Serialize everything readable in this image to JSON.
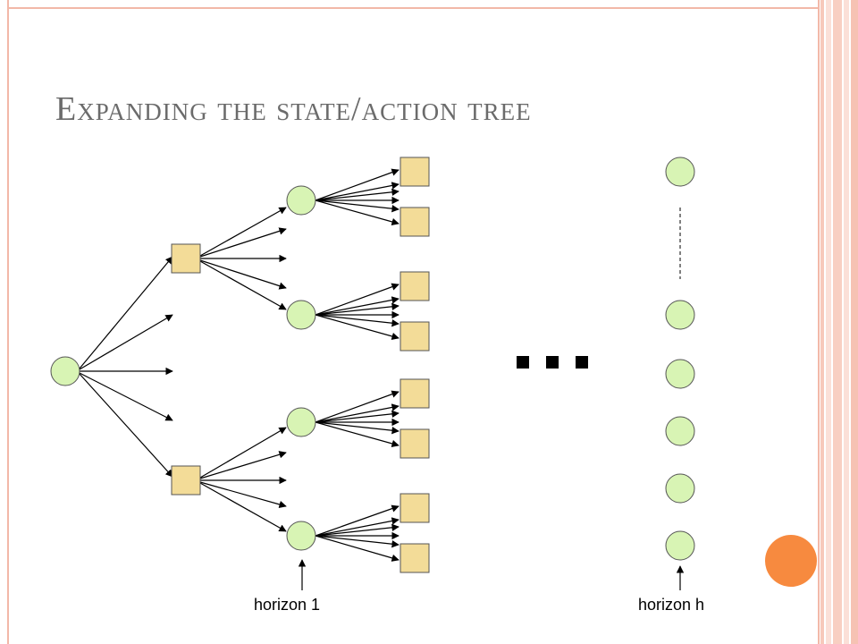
{
  "slide": {
    "title": "Expanding the state/action tree"
  },
  "diagram": {
    "labels": {
      "horizon_1": "horizon 1",
      "horizon_h": "horizon h"
    },
    "continuation_marker": "..."
  },
  "colors": {
    "state_node": "#d8f4b4",
    "action_node": "#f3dc98",
    "accent_dot": "#f78a3f",
    "frame": "#f2b8a8"
  }
}
